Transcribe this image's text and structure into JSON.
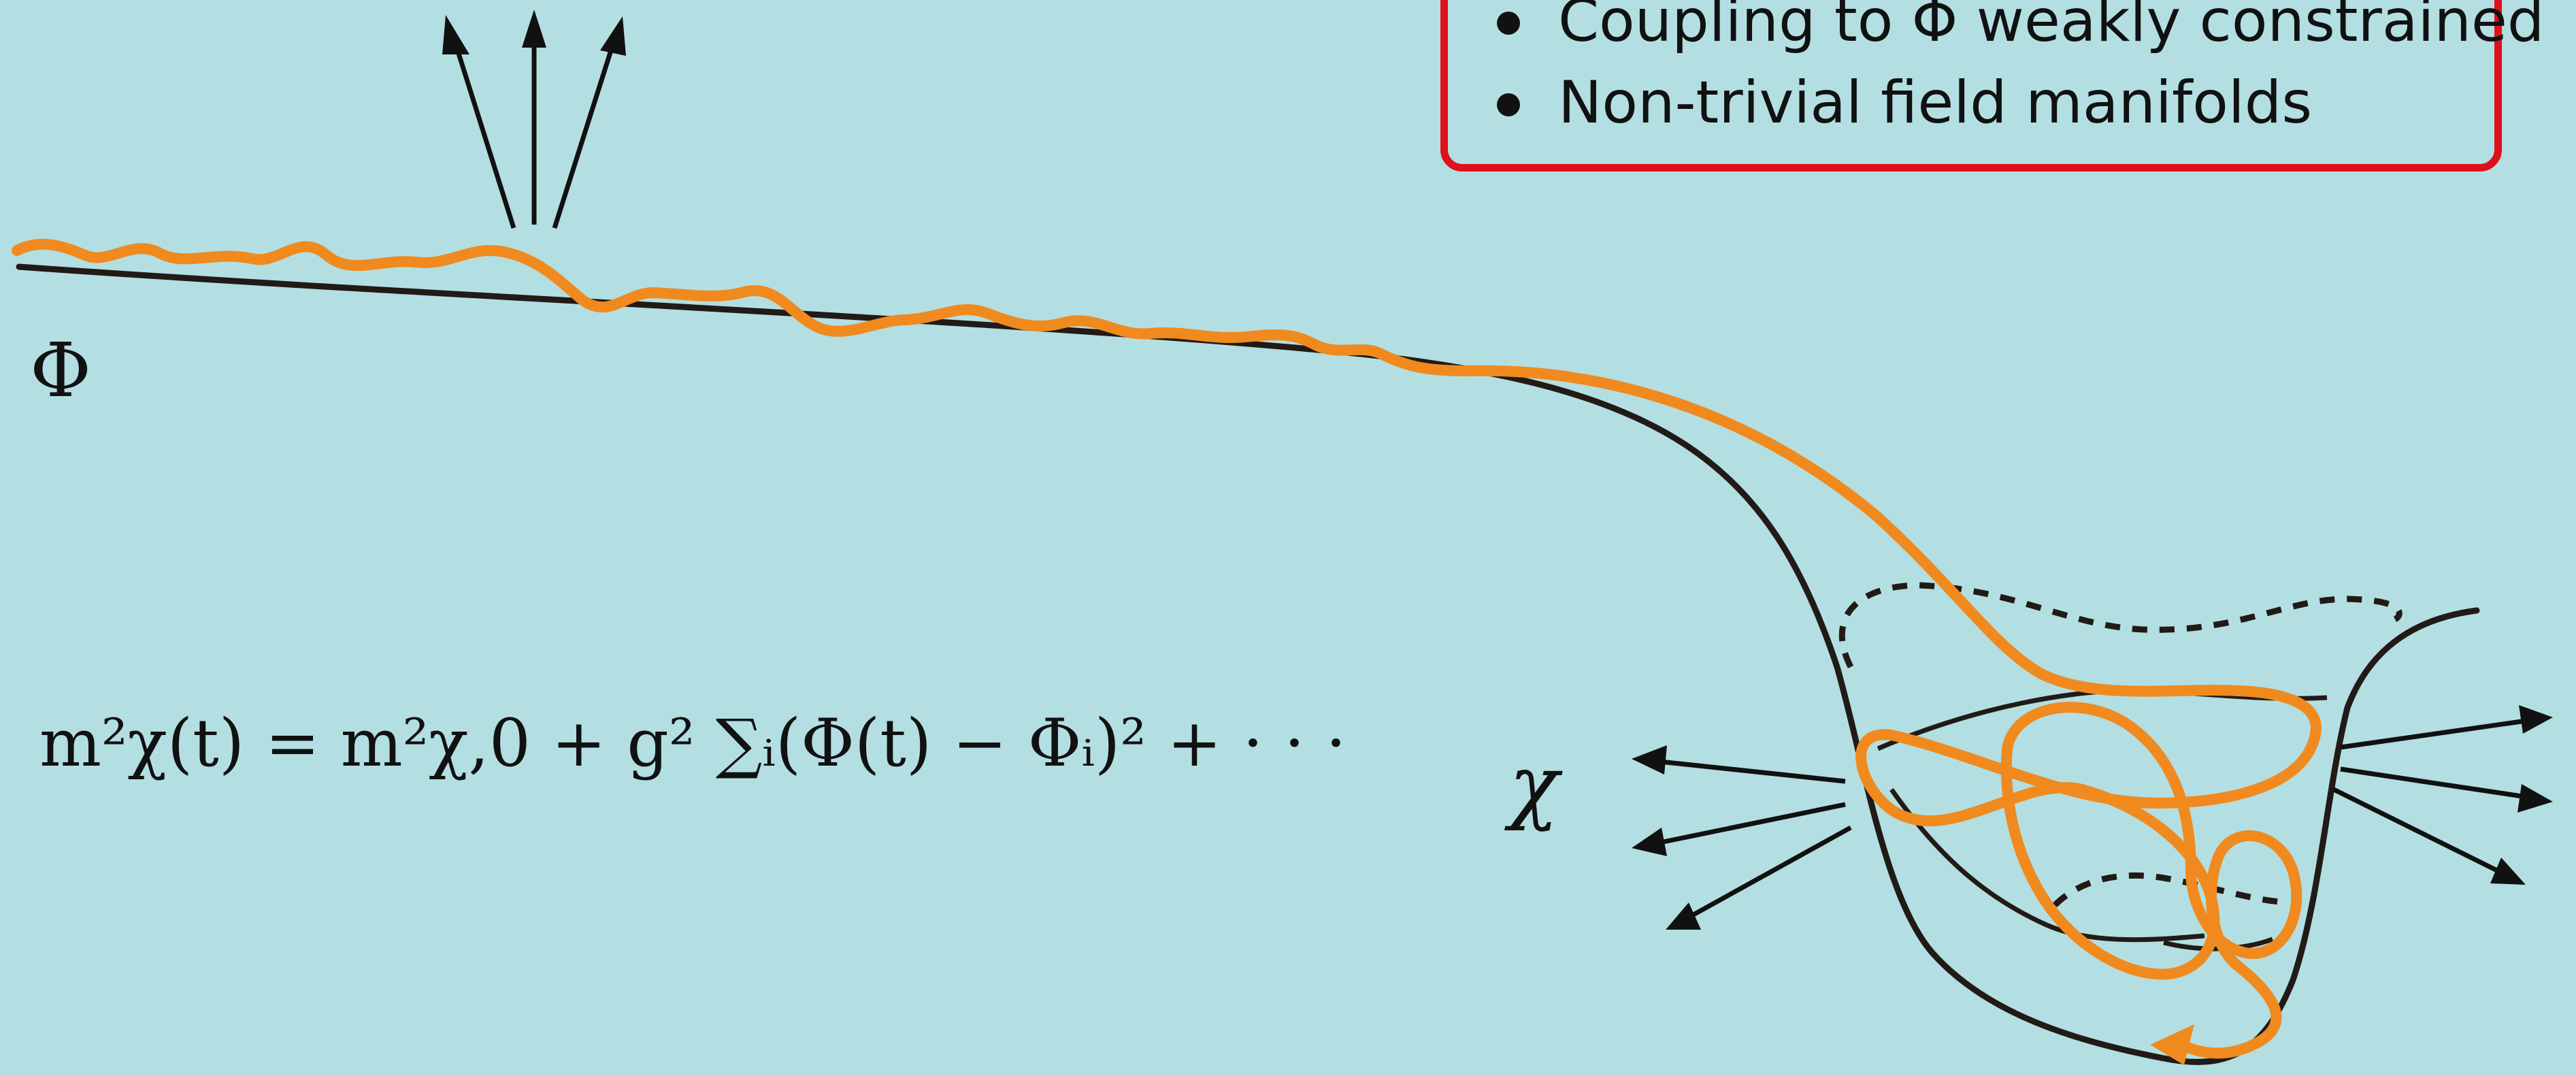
{
  "callout": {
    "items": [
      "Coupling to Φ weakly constrained",
      "Non-trivial field manifolds"
    ]
  },
  "labels": {
    "phi": "Φ",
    "chi": "χ"
  },
  "equation": "m²χ(t)  =  m²χ,0 + g² ∑ᵢ(Φ(t) − Φᵢ)² + · · ·",
  "colors": {
    "background": "#b3dfe2",
    "trajectory": "#f08a1e",
    "potential": "#221a16",
    "callout_border": "#e0101a"
  }
}
